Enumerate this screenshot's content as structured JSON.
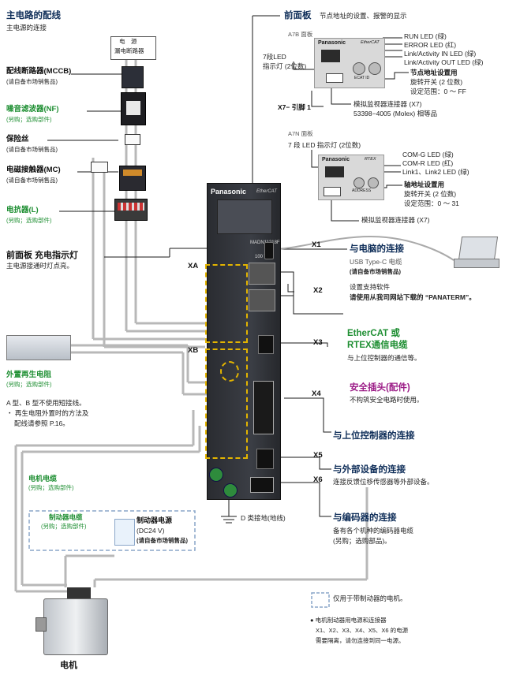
{
  "left": {
    "main_wiring_title": "主电路的配线",
    "main_wiring_sub": "主电源的连接",
    "power_box_line1": "电　源",
    "power_box_line2": "漏电断路器",
    "mccb_title": "配线断路器(MCCB)",
    "mccb_sub": "(请自备市场销售品)",
    "nf_title": "噪音滤波器(NF)",
    "nf_sub": "(另购；选购部件)",
    "fuse_title": "保险丝",
    "fuse_sub": "(请自备市场销售品)",
    "mc_title": "电磁接触器(MC)",
    "mc_sub": "(请自备市场销售品)",
    "reactor_title": "电抗器(L)",
    "reactor_sub": "(另购；选购部件)",
    "charge_title": "前面板 充电指示灯",
    "charge_sub": "主电源接通时灯点亮。",
    "regen_title": "外置再生电阻",
    "regen_sub": "(另购；选购部件)",
    "ab_note": "A 型、B 型不使用短接线。",
    "regen_note1": "・ 再生电阻外置时的方法及",
    "regen_note2": "配线请参照 P.16。",
    "motor_cable_title": "电机电缆",
    "motor_cable_sub": "(另购；选购部件)",
    "brake_cable_label": "制动器电缆",
    "brake_cable_sub": "(另购；选购部件)",
    "brake_power_title": "制动器电源",
    "brake_power_v": "(DC24 V)",
    "brake_power_sub": "(请自备市场销售品)",
    "motor_label": "电机",
    "ground_label": "D 类接地(地线)"
  },
  "top": {
    "front_panel_title": "前面板",
    "front_panel_desc": "节点地址的设置、报警的显示",
    "a7b_label": "A7B 面板",
    "seg_led_label1": "7段LED",
    "seg_led_label2": "指示灯 (2位数)",
    "run_led": "RUN LED (绿)",
    "error_led": "ERROR LED (红)",
    "link_in_led": "Link/Activity IN LED (绿)",
    "link_out_led": "Link/Activity OUT LED (绿)",
    "node_addr_title": "节点地址设置用",
    "node_addr_sw": "旋转开关 (2 位数)",
    "node_addr_range": "设定范围：0 ～ FF",
    "x7_pin": "X7− 引脚 1",
    "monitor_conn": "模拟监视器连接器 (X7)",
    "monitor_part": "53398−4005 (Molex) 相等品",
    "a7n_label": "A7N 面板",
    "a7n_seg_led": "7 段 LED 指示灯 (2位数)",
    "com_g_led": "COM-G LED (绿)",
    "com_r_led": "COM-R LED (红)",
    "link12_led": "Link1、Link2 LED (绿)",
    "axis_addr_title": "轴地址设置用",
    "axis_addr_sw": "旋转开关 (2 位数)",
    "axis_addr_range": "设定范围：0 ～ 31",
    "monitor_conn2": "模拟监视器连接器 (X7)",
    "panel_brand": "Panasonic",
    "panel_brand2": "EtherCAT",
    "panel_brand3": "RTEX",
    "ecat_id": "ECAT ID",
    "address": "ADDRESS"
  },
  "right": {
    "x1": "X1",
    "x1_title": "与电脑的连接",
    "x1_cable": "USB Type-C 电缆",
    "x1_sub": "(请自备市场销售品)",
    "x1_soft": "设置支持软件",
    "x1_download": "请使用从我司网站下载的 “PANATERM”。",
    "x2": "X2",
    "x2_title1": "EtherCAT 或",
    "x2_title2": "RTEX通信电缆",
    "x2_desc": "与上位控制器的通信等。",
    "x3": "X3",
    "x3_title": "安全插头(配件)",
    "x3_desc": "不构筑安全电路时使用。",
    "x4": "X4",
    "x4_title": "与上位控制器的连接",
    "x5": "X5",
    "x5_title": "与外部设备的连接",
    "x5_desc": "连接反馈位移传感器等外部设备。",
    "x6": "X6",
    "x6_title": "与编码器的连接",
    "x6_desc1": "备有各个机种的编码器电缆",
    "x6_desc2": "(另购；选购部品)。",
    "legend_dashed": "仅用于带制动器的电机。",
    "legend_note1": "● 电机制动器用电源和连接器",
    "legend_note2": "X1、X2、X3、X4、X5、X6 的电源",
    "legend_note3": "需要隔离，请勿连接到同一电源。",
    "xa": "XA",
    "xb": "XB"
  },
  "driver": {
    "brand": "Panasonic",
    "series": "EtherCAT",
    "model": "MADN11218F",
    "voltage": "100 V"
  }
}
